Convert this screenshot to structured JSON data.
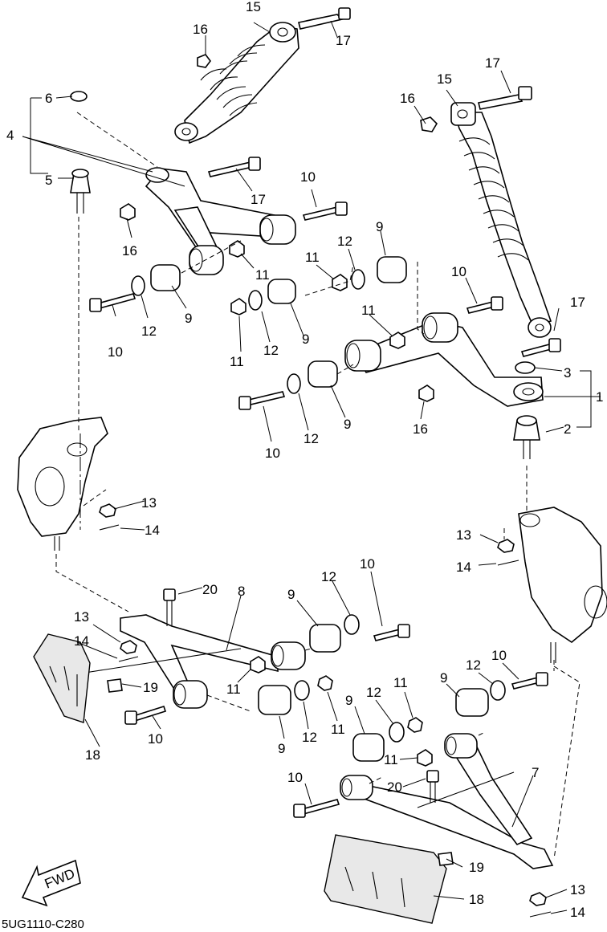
{
  "diagram": {
    "code": "5UG1110-C280",
    "direction_label": "FWD",
    "callouts": {
      "p1": "1",
      "p2": "2",
      "p3": "3",
      "p4": "4",
      "p5": "5",
      "p6": "6",
      "p7": "7",
      "p8": "8",
      "p9": "9",
      "p10": "10",
      "p11": "11",
      "p12": "12",
      "p13": "13",
      "p14": "14",
      "p15": "15",
      "p16": "16",
      "p17": "17",
      "p18": "18",
      "p19": "19",
      "p20": "20"
    }
  }
}
